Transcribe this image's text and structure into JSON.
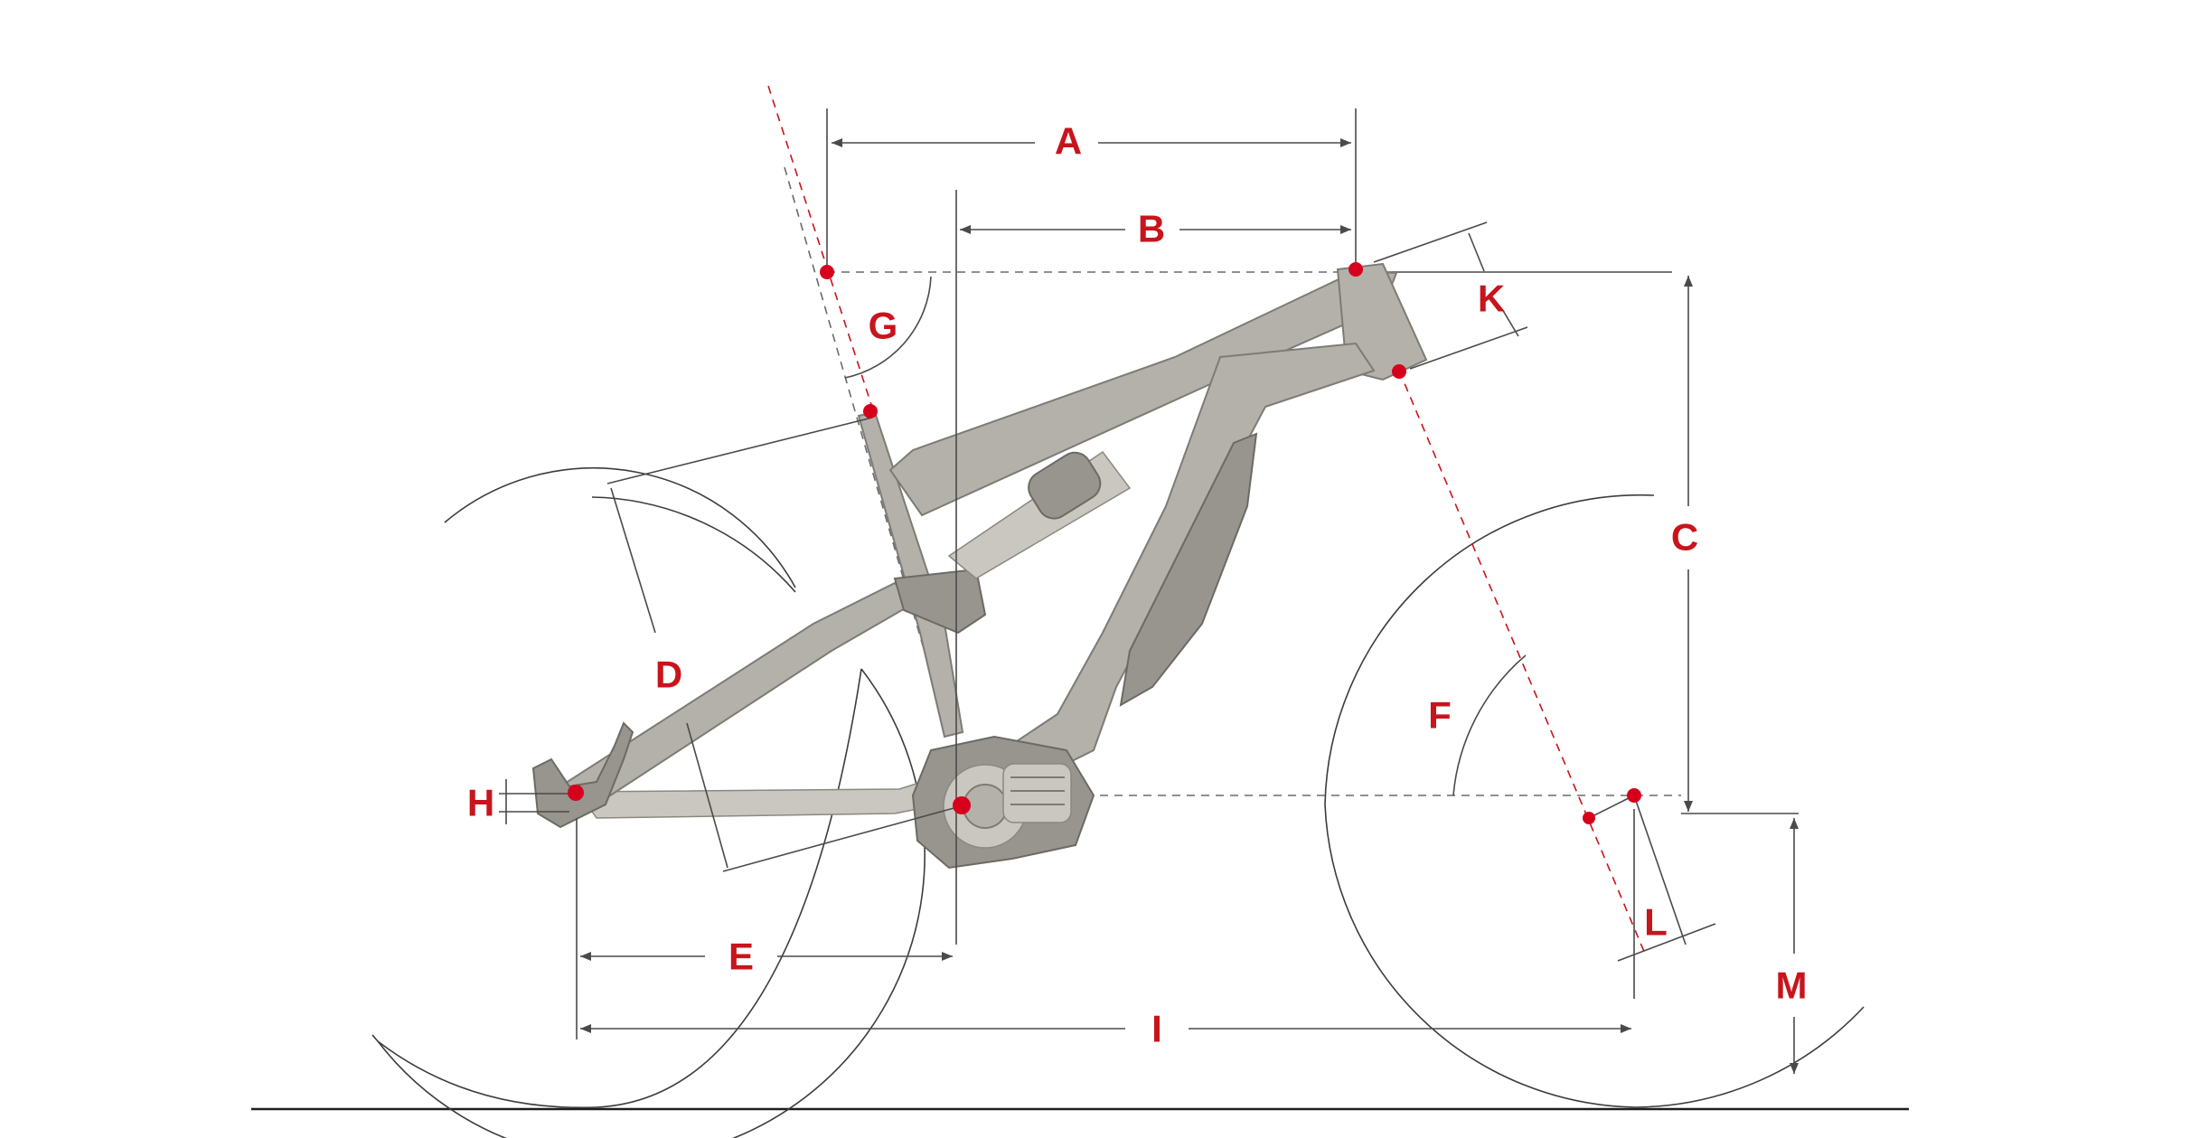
{
  "diagram": {
    "labels": {
      "A": "A",
      "B": "B",
      "C": "C",
      "D": "D",
      "E": "E",
      "F": "F",
      "G": "G",
      "H": "H",
      "I": "I",
      "K": "K",
      "L": "L",
      "M": "M"
    },
    "colors": {
      "label": "#c8141c",
      "point": "#d6001c",
      "frame": "#b3b1a9",
      "line": "#4a4a4a",
      "ground": "#1e1e1e"
    }
  }
}
